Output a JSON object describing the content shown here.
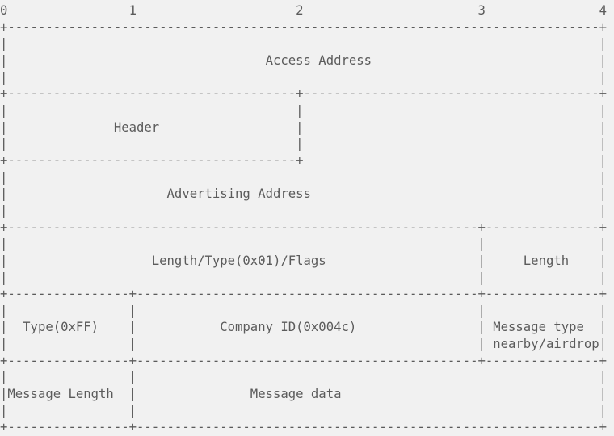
{
  "diagram": {
    "text_color": "#5b5b5b",
    "background": "#f1f1f1",
    "lines": [
      "0                1                     2                       3               4",
      "+------------------------------------------------------------------------------+",
      "|                                                                              |",
      "|                                  Access Address                              |",
      "|                                                                              |",
      "+--------------------------------------+---------------------------------------+",
      "|                                      |                                       |",
      "|              Header                  |                                       |",
      "|                                      |                                       |",
      "+--------------------------------------+                                       |",
      "|                                                                              |",
      "|                     Advertising Address                                      |",
      "|                                                                              |",
      "+--------------------------------------------------------------+---------------+",
      "|                                                              |               |",
      "|                   Length/Type(0x01)/Flags                    |     Length    |",
      "|                                                              |               |",
      "+----------------+---------------------------------------------+---------------+",
      "|                |                                             |               |",
      "|  Type(0xFF)    |           Company ID(0x004c)                | Message type  |",
      "|                |                                             | nearby/airdrop|",
      "+----------------+---------------------------------------------+---------------+",
      "|                |                                                             |",
      "|Message Length  |               Message data                                  |",
      "|                |                                                             |",
      "+----------------+-------------------------------------------------------------+"
    ]
  }
}
